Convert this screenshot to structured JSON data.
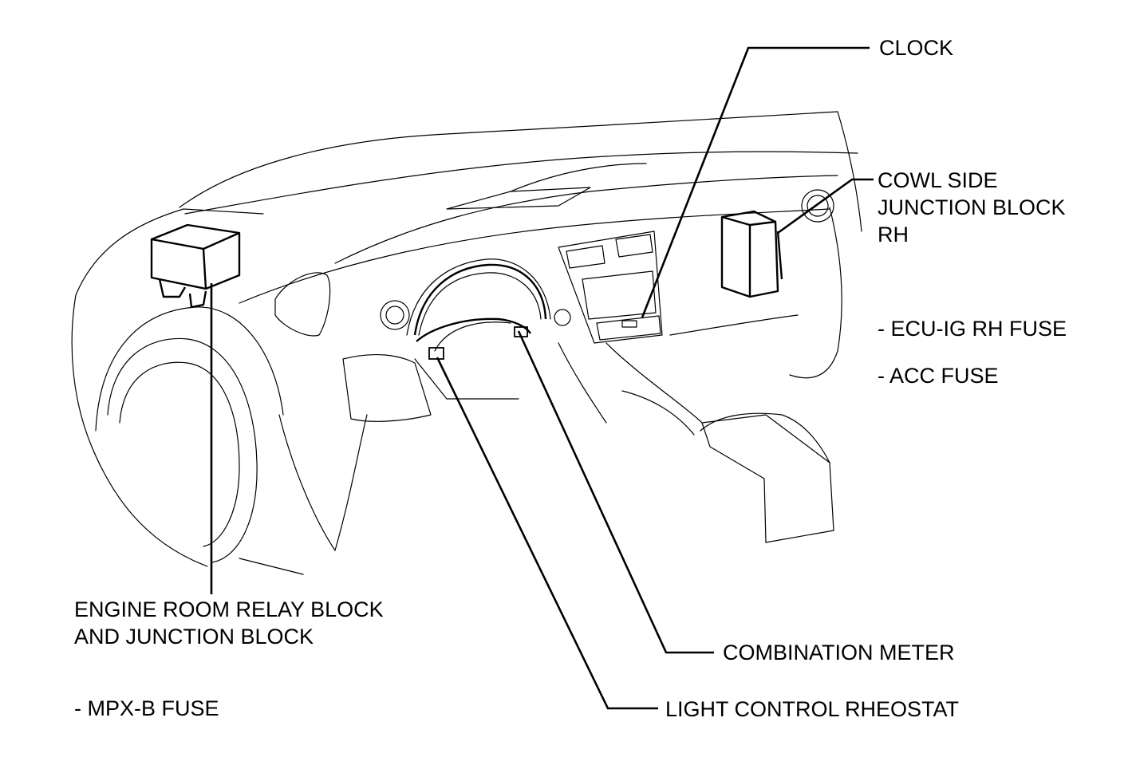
{
  "labels": {
    "clock": "CLOCK",
    "cowl_line1": "COWL SIDE",
    "cowl_line2": "JUNCTION BLOCK",
    "cowl_line3": "RH",
    "ecu_ig_fuse": "- ECU-IG RH FUSE",
    "acc_fuse": "- ACC FUSE",
    "engine_line1": "ENGINE ROOM RELAY BLOCK",
    "engine_line2": "AND JUNCTION BLOCK",
    "mpx_fuse": "- MPX-B FUSE",
    "combination_meter": "COMBINATION METER",
    "light_control": "LIGHT CONTROL RHEOSTAT"
  },
  "colors": {
    "ink": "#000000",
    "background": "#ffffff"
  }
}
